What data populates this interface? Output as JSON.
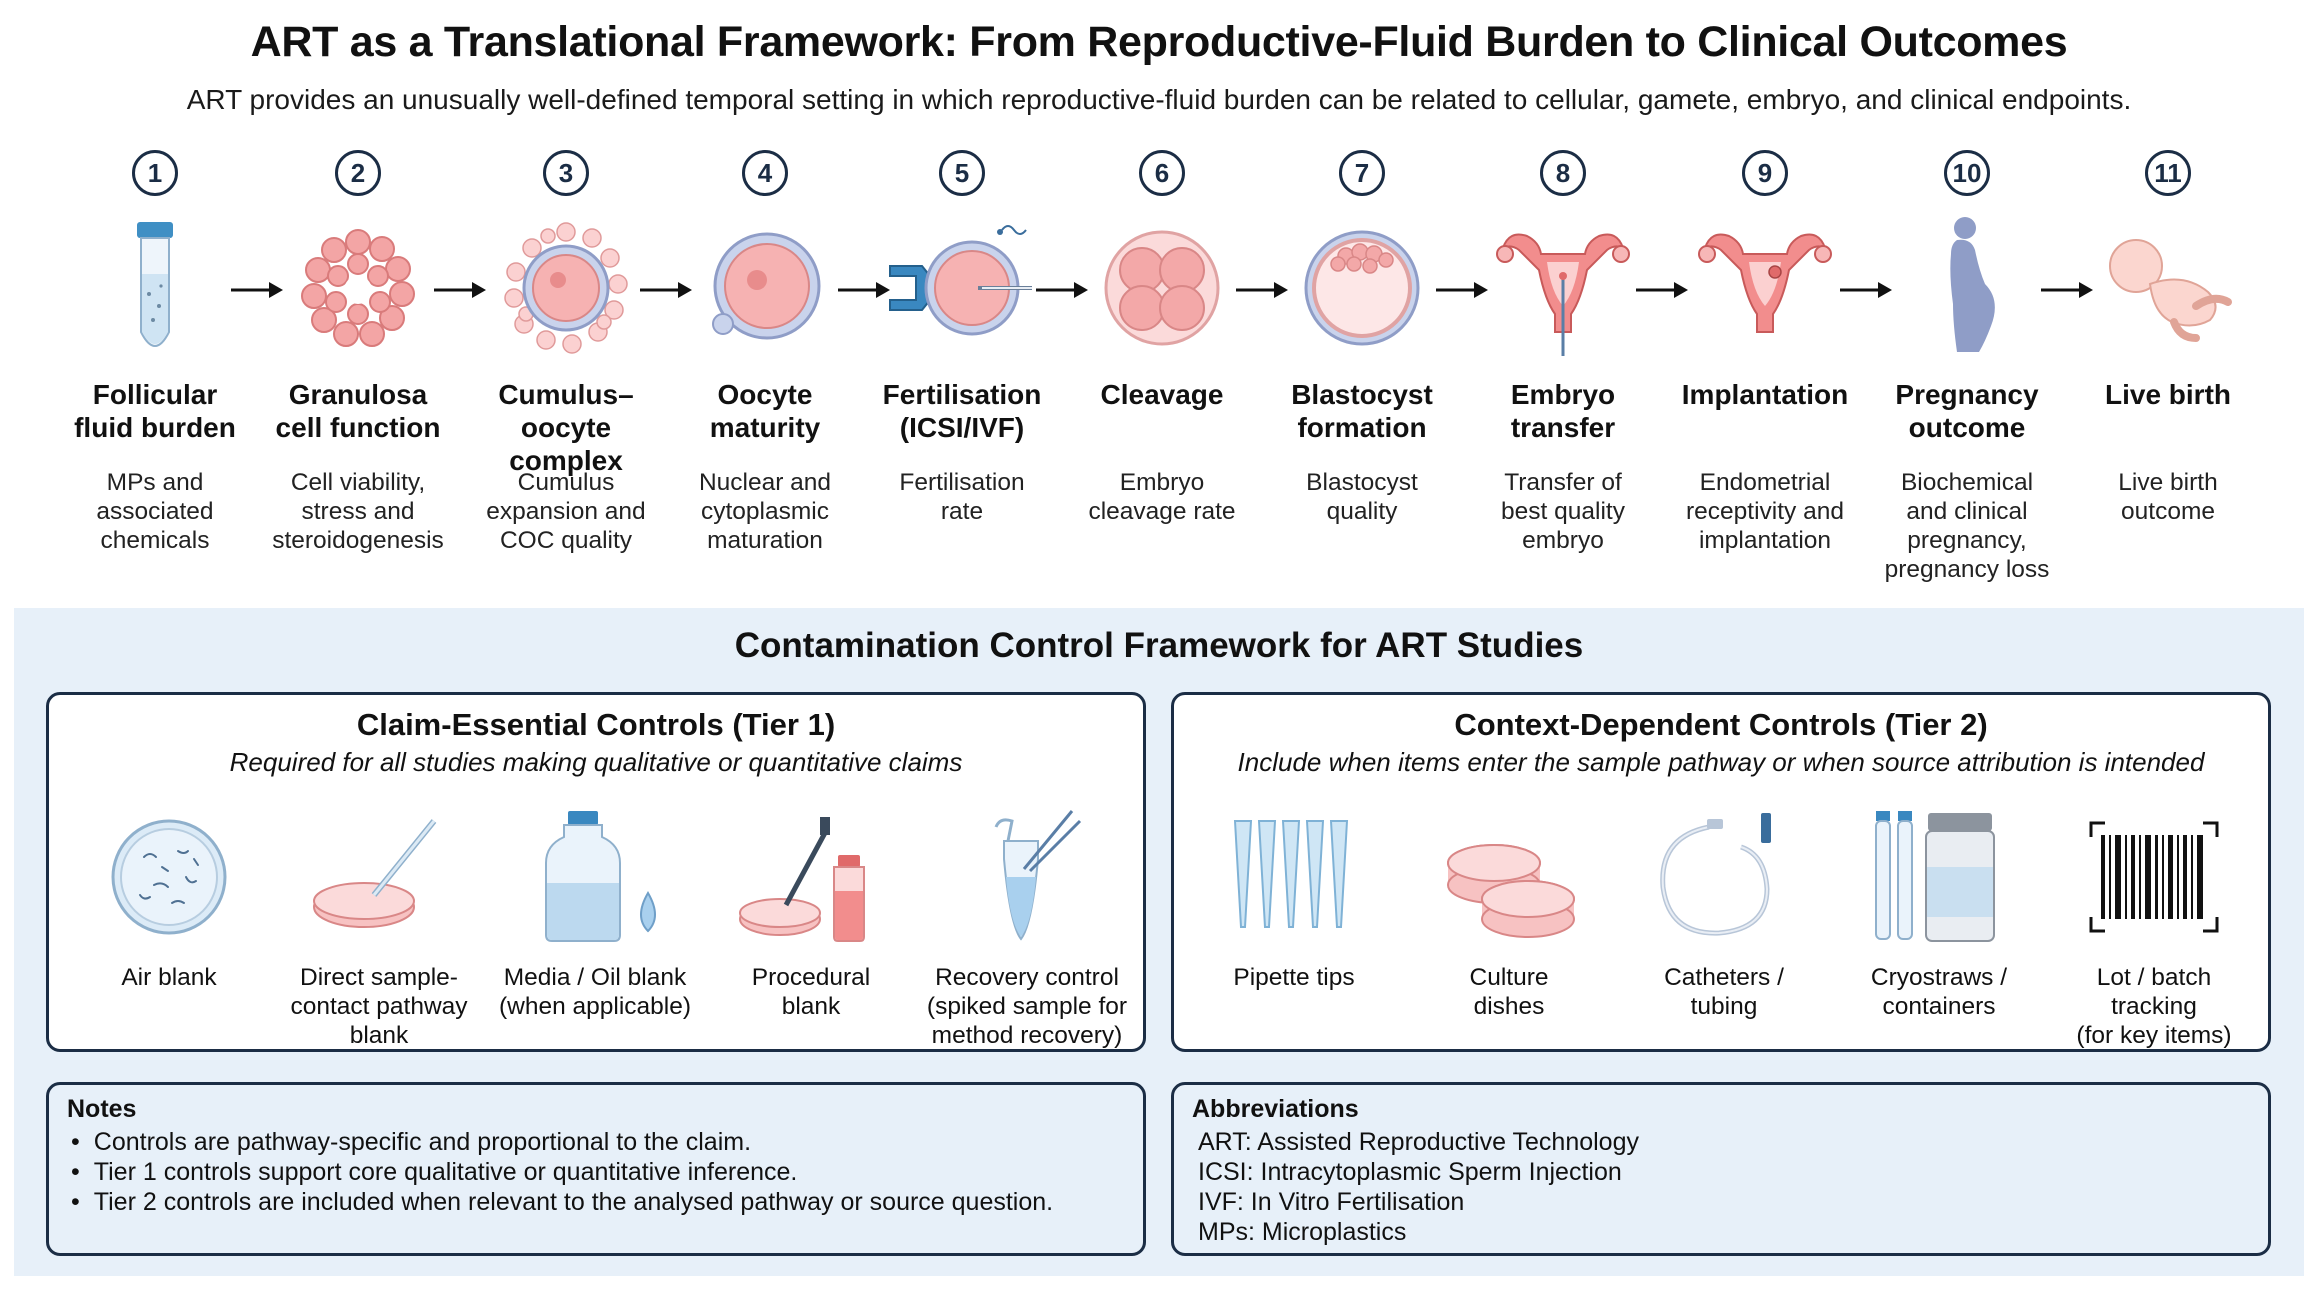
{
  "title": "ART as a Translational Framework: From Reproductive-Fluid Burden to Clinical Outcomes",
  "subtitle": "ART provides an unusually well-defined temporal setting in which reproductive-fluid burden can be related to cellular, gamete, embryo, and clinical endpoints.",
  "steps": [
    {
      "num": "1",
      "label": "Follicular\nfluid burden",
      "desc": "MPs and\nassociated\nchemicals",
      "icon": "tube-icon"
    },
    {
      "num": "2",
      "label": "Granulosa\ncell function",
      "desc": "Cell viability,\nstress and\nsteroidogenesis",
      "icon": "granulosa-cells-icon"
    },
    {
      "num": "3",
      "label": "Cumulus–oocyte\ncomplex",
      "desc": "Cumulus\nexpansion and\nCOC quality",
      "icon": "cumulus-oocyte-icon"
    },
    {
      "num": "4",
      "label": "Oocyte\nmaturity",
      "desc": "Nuclear and\ncytoplasmic\nmaturation",
      "icon": "oocyte-icon"
    },
    {
      "num": "5",
      "label": "Fertilisation\n(ICSI/IVF)",
      "desc": "Fertilisation\nrate",
      "icon": "icsi-icon"
    },
    {
      "num": "6",
      "label": "Cleavage",
      "desc": "Embryo\ncleavage rate",
      "icon": "cleavage-embryo-icon"
    },
    {
      "num": "7",
      "label": "Blastocyst\nformation",
      "desc": "Blastocyst\nquality",
      "icon": "blastocyst-icon"
    },
    {
      "num": "8",
      "label": "Embryo\ntransfer",
      "desc": "Transfer of\nbest quality\nembryo",
      "icon": "uterus-transfer-icon"
    },
    {
      "num": "9",
      "label": "Implantation",
      "desc": "Endometrial\nreceptivity and\nimplantation",
      "icon": "uterus-implantation-icon"
    },
    {
      "num": "10",
      "label": "Pregnancy\noutcome",
      "desc": "Biochemical\nand clinical\npregnancy,\npregnancy loss",
      "icon": "pregnant-woman-icon"
    },
    {
      "num": "11",
      "label": "Live birth",
      "desc": "Live birth\noutcome",
      "icon": "baby-icon"
    }
  ],
  "panel": {
    "title": "Contamination Control Framework for ART Studies",
    "tier1": {
      "title": "Claim-Essential Controls (Tier 1)",
      "subtitle": "Required for all studies making qualitative or quantitative claims",
      "items": [
        {
          "label": "Air blank",
          "icon": "air-blank-dish-icon"
        },
        {
          "label": "Direct sample-\ncontact pathway\nblank",
          "icon": "pipette-dish-icon"
        },
        {
          "label": "Media / Oil blank\n(when applicable)",
          "icon": "media-bottle-icon"
        },
        {
          "label": "Procedural\nblank",
          "icon": "procedural-blank-icon"
        },
        {
          "label": "Recovery control\n(spiked sample for\nmethod recovery)",
          "icon": "spiked-tube-icon"
        }
      ]
    },
    "tier2": {
      "title": "Context-Dependent Controls (Tier 2)",
      "subtitle": "Include when items enter the sample pathway or when source attribution is intended",
      "items": [
        {
          "label": "Pipette tips",
          "icon": "pipette-tips-icon"
        },
        {
          "label": "Culture\ndishes",
          "icon": "culture-dishes-icon"
        },
        {
          "label": "Catheters /\ntubing",
          "icon": "catheter-icon"
        },
        {
          "label": "Cryostraws /\ncontainers",
          "icon": "cryostraws-icon"
        },
        {
          "label": "Lot / batch\ntracking\n(for key items)",
          "icon": "barcode-icon"
        }
      ]
    },
    "notes": {
      "title": "Notes",
      "items": [
        "Controls are pathway-specific and proportional to the claim.",
        "Tier 1 controls support core qualitative or quantitative inference.",
        "Tier 2 controls are included when relevant to the analysed pathway or source question."
      ]
    },
    "abbreviations": {
      "title": "Abbreviations",
      "items": [
        "ART: Assisted Reproductive Technology",
        "ICSI: Intracytoplasmic Sperm Injection",
        "IVF: In Vitro Fertilisation",
        "MPs: Microplastics"
      ]
    }
  }
}
